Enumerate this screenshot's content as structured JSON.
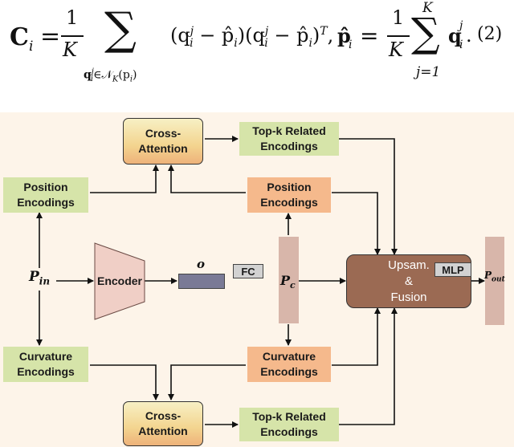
{
  "equation": {
    "lhs": "C",
    "lhs_sub": "i",
    "eq1": "=",
    "frac1_num": "1",
    "frac1_den": "K",
    "sum_symbol": "∑",
    "sum_range": "q",
    "sum_range_sup": "j",
    "sum_range_sub": "i",
    "sum_range_rest": "∈𝒩",
    "sum_range_k": "K",
    "sum_range_arg": "(p",
    "sum_range_arg_sub": "i",
    "sum_range_close": ")",
    "term": "(q",
    "term_sup": "j",
    "term_sub": "i",
    "term_mid": " − p̂",
    "term_sub2": "i",
    "term2": ")(q",
    "term2_sup": "j",
    "term2_sub": "i",
    "term2_mid": " − p̂",
    "term2_sub2": "i",
    "term2_close": ")",
    "transpose": "T",
    "comma": ",",
    "phat": "p̂",
    "phat_sub": "i",
    "eq2": "=",
    "frac2_num": "1",
    "frac2_den": "K",
    "sum2_top": "K",
    "sum2_bottom": "j=1",
    "qterm": "q",
    "qterm_sup": "j",
    "qterm_sub": "i",
    "period": ".",
    "number": "(2)"
  },
  "diagram": {
    "cross_attention_top": [
      "Cross-",
      "Attention"
    ],
    "topk_top": [
      "Top-k Related",
      "Encodings"
    ],
    "position_enc_left": [
      "Position",
      "Encodings"
    ],
    "position_enc_right": [
      "Position",
      "Encodings"
    ],
    "p_in": "P",
    "p_in_sub": "in",
    "encoder": "Encoder",
    "o_label": "o",
    "fc": "FC",
    "p_c": "P",
    "p_c_sub": "c",
    "fusion": [
      "Upsam.",
      "&",
      "Fusion"
    ],
    "mlp": "MLP",
    "p_out": "P",
    "p_out_sub": "out",
    "curvature_enc_left": [
      "Curvature",
      "Encodings"
    ],
    "curvature_enc_right": [
      "Curvature",
      "Encodings"
    ],
    "cross_attention_bottom": [
      "Cross-",
      "Attention"
    ],
    "topk_bottom": [
      "Top-k Related",
      "Encodings"
    ],
    "colors": {
      "background": "#fdf4e9",
      "green": "#d6e4a9",
      "orange": "#f5b98c",
      "fusion": "#9b6a53",
      "encoder": "#f0cfc6",
      "feature_bar": "#d8b6aa",
      "o_bar": "#7a7a96"
    }
  }
}
